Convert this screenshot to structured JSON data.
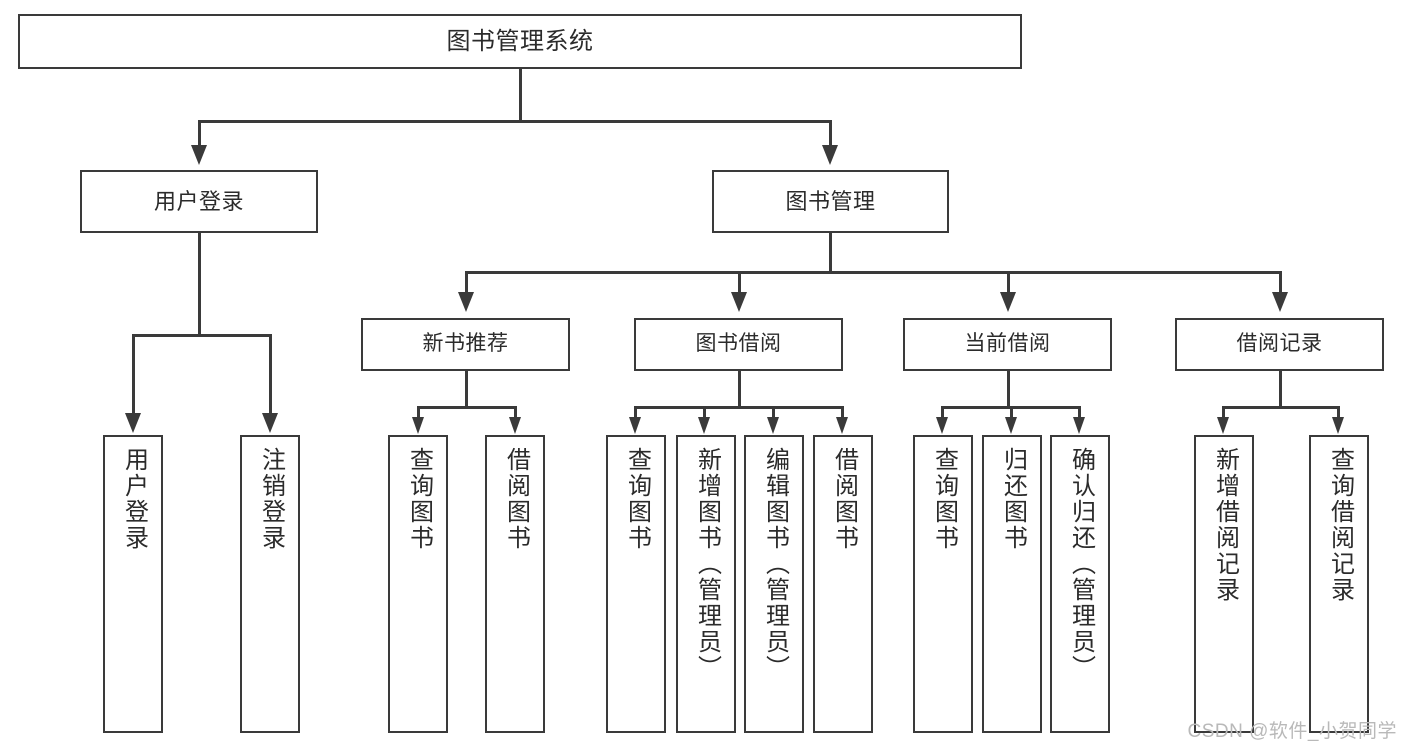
{
  "diagram": {
    "type": "tree",
    "title": "图书管理系统",
    "orientation": "top-down",
    "line_color": "#3a3a3a",
    "box_fill": "#ffffff",
    "text_color": "#2b2b2b"
  },
  "root": {
    "label": "图书管理系统"
  },
  "level2": [
    {
      "label": "用户登录"
    },
    {
      "label": "图书管理"
    }
  ],
  "level3": [
    {
      "label": "新书推荐"
    },
    {
      "label": "图书借阅"
    },
    {
      "label": "当前借阅"
    },
    {
      "label": "借阅记录"
    }
  ],
  "leaves": {
    "user_login": [
      {
        "label": "用户登录"
      },
      {
        "label": "注销登录"
      }
    ],
    "new_book": [
      {
        "label": "查询图书"
      },
      {
        "label": "借阅图书"
      }
    ],
    "book_borrow": [
      {
        "label": "查询图书"
      },
      {
        "label": "新增图书（管理员）"
      },
      {
        "label": "编辑图书（管理员）"
      },
      {
        "label": "借阅图书"
      }
    ],
    "current_borrow": [
      {
        "label": "查询图书"
      },
      {
        "label": "归还图书"
      },
      {
        "label": "确认归还（管理员）"
      }
    ],
    "borrow_record": [
      {
        "label": "新增借阅记录"
      },
      {
        "label": "查询借阅记录"
      }
    ]
  },
  "watermark": {
    "text": "CSDN @软件_小贺同学"
  }
}
